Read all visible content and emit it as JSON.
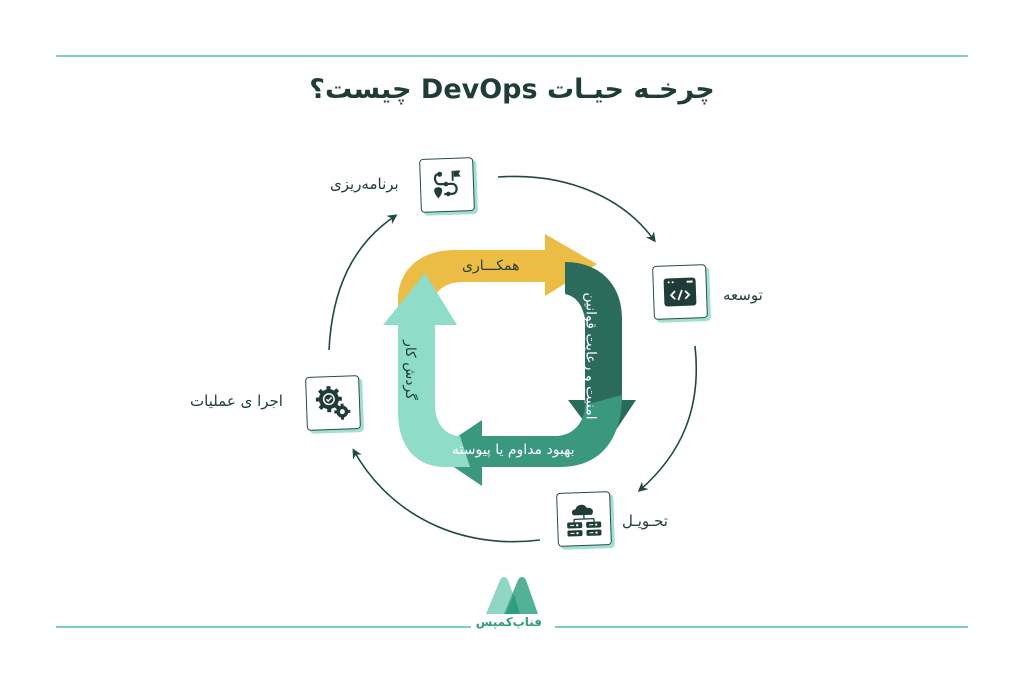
{
  "title": "چرخـه حیـات DevOps چیست؟",
  "stages": [
    {
      "id": "plan",
      "label": "برنامه‌ریزی",
      "icon": "roadmap-icon"
    },
    {
      "id": "develop",
      "label": "توسعه",
      "icon": "code-window-icon"
    },
    {
      "id": "deliver",
      "label": "تحـویـل",
      "icon": "cloud-server-icon"
    },
    {
      "id": "operate",
      "label": "اجرا ی عملیات",
      "icon": "gears-check-icon"
    }
  ],
  "inner_loop": [
    {
      "label": "همکـــاری",
      "color": "#ecbd45"
    },
    {
      "label": "امنیت و رعایت قوانین",
      "color": "#2a6b5c"
    },
    {
      "label": "بهبود مداوم یا پیوسته",
      "color": "#3a987e"
    },
    {
      "label": "گردش کار",
      "color": "#8fdcc9"
    }
  ],
  "colors": {
    "dark": "#1f3d36",
    "line": "#7fcfc0",
    "card_shadow": "#9ee0d2"
  },
  "brand": {
    "name": "فناپ‌کمپس",
    "logo": "mountain-logo-icon"
  }
}
